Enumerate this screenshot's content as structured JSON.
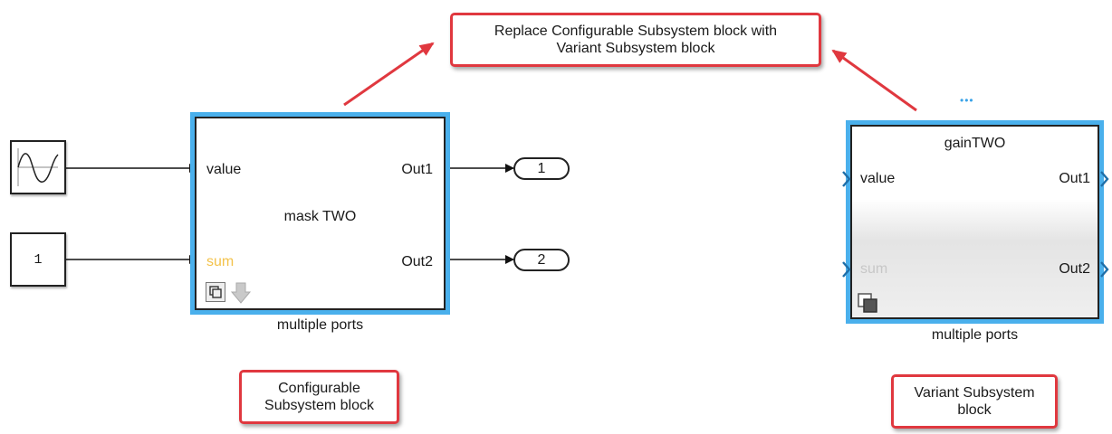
{
  "callouts": {
    "top": [
      "Replace Configurable Subsystem block with",
      "Variant Subsystem block"
    ],
    "configurable": [
      "Configurable",
      "Subsystem block"
    ],
    "variant": [
      "Variant Subsystem",
      "block"
    ]
  },
  "constant_block": {
    "value": "1"
  },
  "configurable_block": {
    "title": "mask TWO",
    "in1": "value",
    "in2": "sum",
    "out1": "Out1",
    "out2": "Out2",
    "name": "multiple ports"
  },
  "outports": {
    "p1": "1",
    "p2": "2"
  },
  "variant_block": {
    "title": "gainTWO",
    "in1": "value",
    "in2": "sum",
    "out1": "Out1",
    "out2": "Out2",
    "name": "multiple ports",
    "ellipsis": "•••"
  },
  "icons": [
    "sine-wave-icon",
    "link-icon",
    "down-arrow-icon",
    "variant-icon"
  ],
  "colors": {
    "callout_border": "#e0383f",
    "arrow": "#e0383f",
    "selection": "#4ab0ec",
    "disabled_port": "#f3c24a"
  }
}
